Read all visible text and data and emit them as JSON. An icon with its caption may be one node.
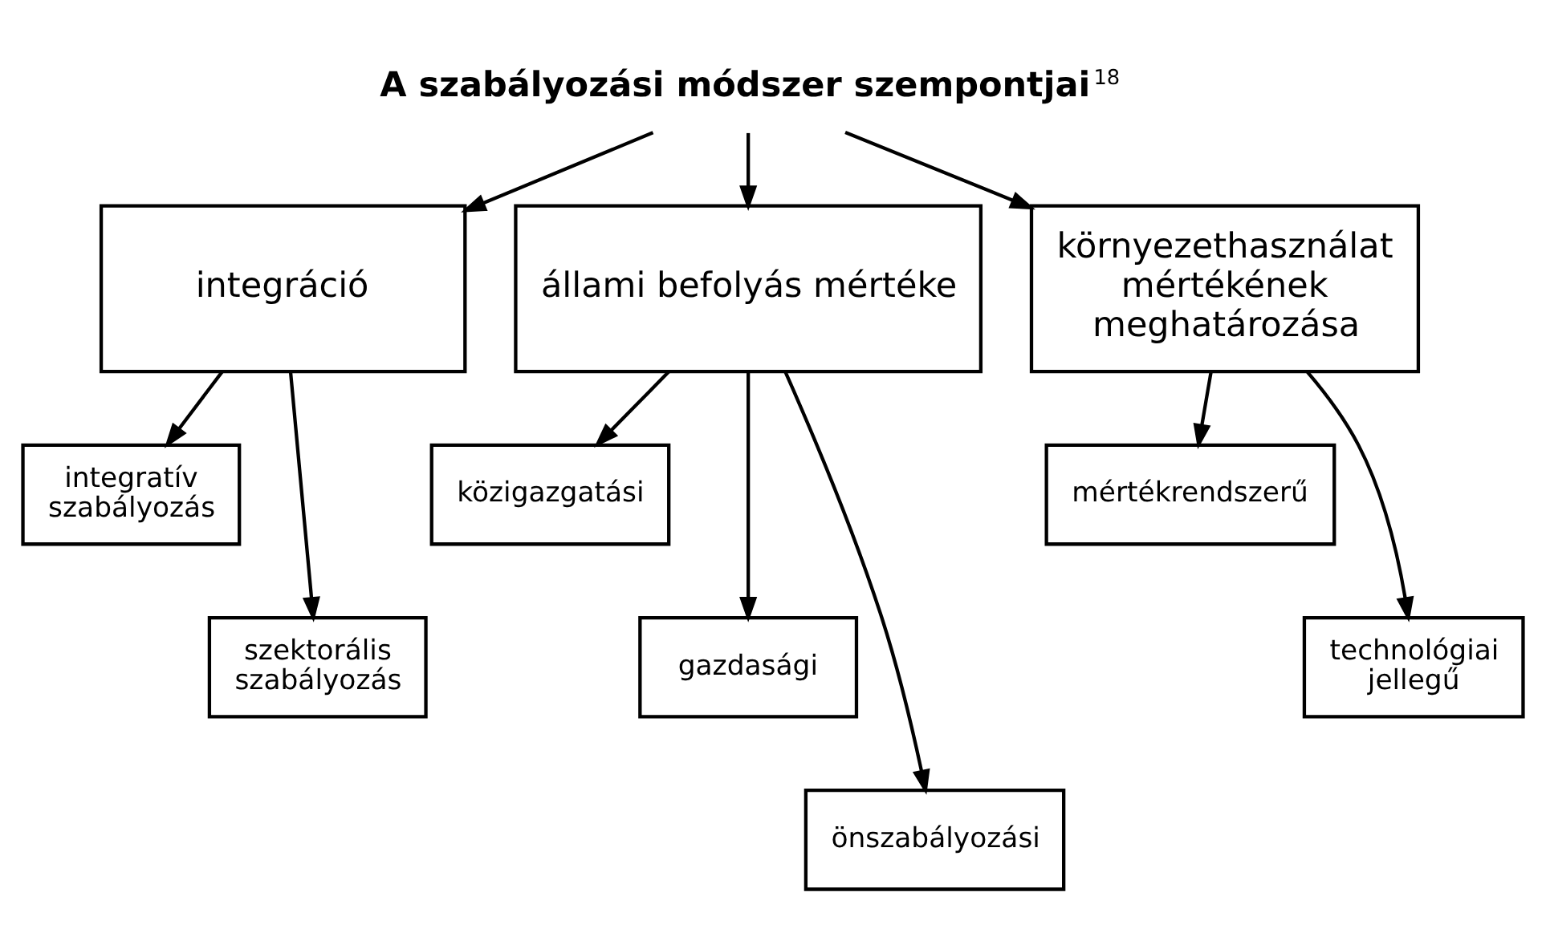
{
  "diagram": {
    "nodes": [
      {
        "text": [
          "A szabályozási módszer szempontjai"
        ],
        "beside": [
          "18"
        ]
      },
      {
        "text": [
          "integráció"
        ]
      },
      {
        "text": [
          "állami befolyás mértéke"
        ]
      },
      {
        "text": [
          "környezethasználat mértékének meghatározása"
        ]
      },
      {
        "text": [
          "integratív szabályozás"
        ]
      },
      {
        "text": [
          "szektorális szabályozás"
        ]
      },
      {
        "text": [
          "közigazgatási"
        ]
      },
      {
        "text": [
          "gazdasági"
        ]
      },
      {
        "text": [
          "önszabályozási"
        ]
      },
      {
        "text": [
          "mértékrendszerű"
        ]
      },
      {
        "text": [
          "technológiai jellegű"
        ]
      }
    ],
    "edges": [
      {
        "from": 0,
        "to": 1,
        "arrow": "to"
      },
      {
        "from": 0,
        "to": 2,
        "arrow": "to"
      },
      {
        "from": 0,
        "to": 3,
        "arrow": "to"
      },
      {
        "from": 1,
        "to": 4,
        "arrow": "to"
      },
      {
        "from": 1,
        "to": 5,
        "arrow": "to"
      },
      {
        "from": 2,
        "to": 6,
        "arrow": "to"
      },
      {
        "from": 2,
        "to": 7,
        "arrow": "to"
      },
      {
        "from": 2,
        "to": 8,
        "arrow": "to"
      },
      {
        "from": 3,
        "to": 9,
        "arrow": "to"
      },
      {
        "from": 3,
        "to": 10,
        "arrow": "to"
      }
    ]
  }
}
